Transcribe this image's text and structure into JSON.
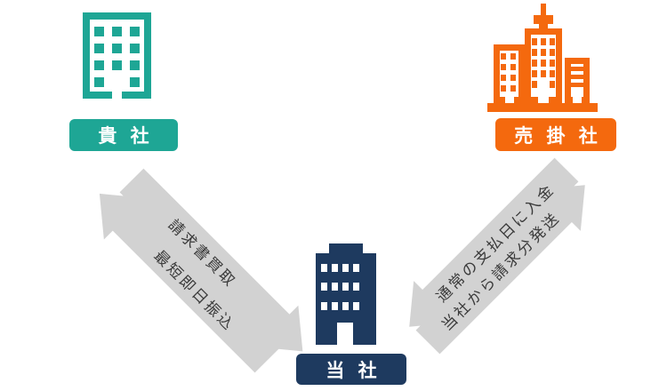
{
  "diagram": {
    "title": "factoring-flow",
    "companies": {
      "client": {
        "label": "貴 社",
        "color": "#1ea695"
      },
      "debtor": {
        "label": "売 掛 社",
        "color": "#f4690e"
      },
      "our": {
        "label": "当 社",
        "color": "#1e3a5f"
      }
    },
    "flows": {
      "invoice_purchase": {
        "label": "請求書買取",
        "from": "貴 社",
        "to": "当 社"
      },
      "same_day_transfer": {
        "label": "最短即日振込",
        "from": "当 社",
        "to": "貴 社"
      },
      "due_date_payment": {
        "label": "通常の支払日に入金",
        "from": "売 掛 社",
        "to": "当 社"
      },
      "invoice_dispatch": {
        "label": "当社から請求分発送",
        "from": "当 社",
        "to": "売 掛 社"
      }
    },
    "arrow": {
      "fill": "#d2d2d2",
      "text_color": "#3a3a3a"
    }
  }
}
